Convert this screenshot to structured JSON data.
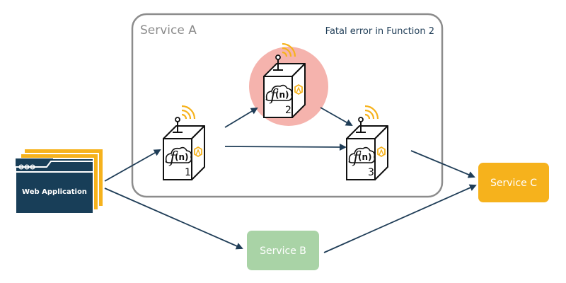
{
  "service_a": {
    "title": "Service A",
    "error_message": "Fatal error in Function 2"
  },
  "web_app": {
    "label": "Web Application"
  },
  "service_b": {
    "label": "Service B"
  },
  "service_c": {
    "label": "Service C"
  },
  "functions": [
    {
      "glyph": "f",
      "arg": "(n)",
      "index": "1",
      "status": "ok"
    },
    {
      "glyph": "f",
      "arg": "(n)",
      "index": "2",
      "status": "error"
    },
    {
      "glyph": "f",
      "arg": "(n)",
      "index": "3",
      "status": "ok"
    }
  ],
  "colors": {
    "service_b": "#a9d3a6",
    "service_c": "#f6b21c",
    "web_app": "#183e58",
    "web_app_stack": "#f6b21c",
    "error_highlight": "#f5b3ad",
    "signal": "#f6b21c",
    "arrow": "#1f3d57",
    "service_a_border": "#8c8c8c"
  },
  "icons": [
    "wifi-signal-icon",
    "antenna-icon",
    "cloud-icon",
    "hexagon-logo-icon",
    "browser-window-icon",
    "arrow-icon"
  ]
}
